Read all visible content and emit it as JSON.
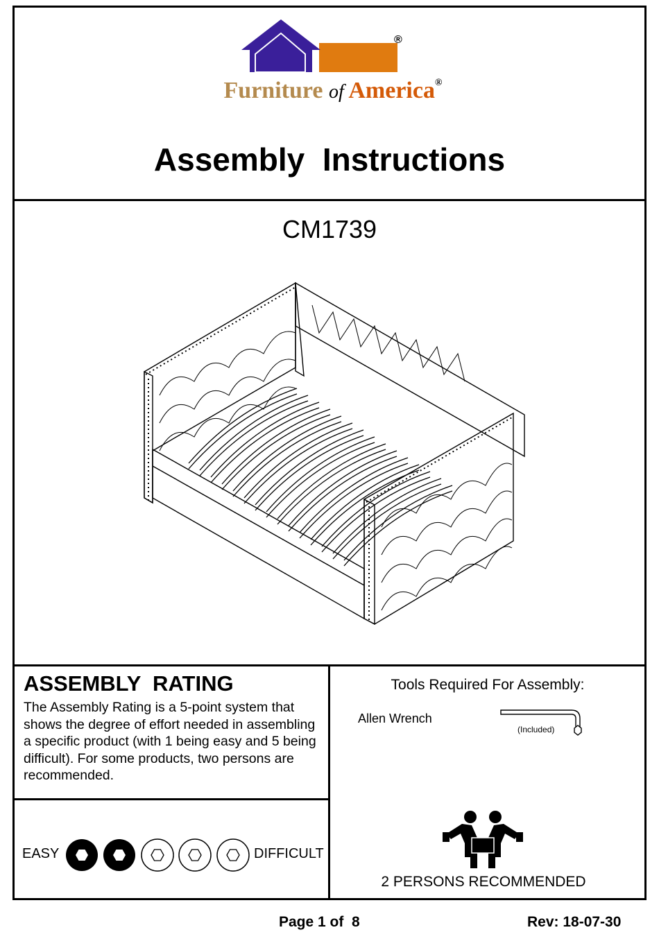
{
  "brand": {
    "word1": "Furniture",
    "word2": "of",
    "word3": "America",
    "registered": "®",
    "colors": {
      "house_blue": "#3a1f9a",
      "house_orange": "#e07b10",
      "brand_tan": "#b48a4e",
      "brand_orange": "#d45a08"
    }
  },
  "header": {
    "title": "Assembly  Instructions"
  },
  "product": {
    "model": "CM1739",
    "illustration": "daybed-line-drawing"
  },
  "rating": {
    "heading": "ASSEMBLY  RATING",
    "description": "The Assembly Rating is a 5-point system that shows the degree of effort needed in assembling a specific product (with 1 being easy and 5 being difficult).  For some products, two persons are recommended.",
    "easy_label": "EASY",
    "difficult_label": "DIFFICULT",
    "level": 2,
    "max_level": 5
  },
  "tools": {
    "heading": "Tools Required For Assembly:",
    "items": [
      {
        "name": "Allen Wrench",
        "note": "(Included)",
        "icon": "allen-wrench-icon"
      }
    ]
  },
  "persons": {
    "label": "2 PERSONS RECOMMENDED",
    "icon": "two-persons-lifting-icon"
  },
  "footer": {
    "page": "Page 1 of  8",
    "revision": "Rev: 18-07-30"
  }
}
